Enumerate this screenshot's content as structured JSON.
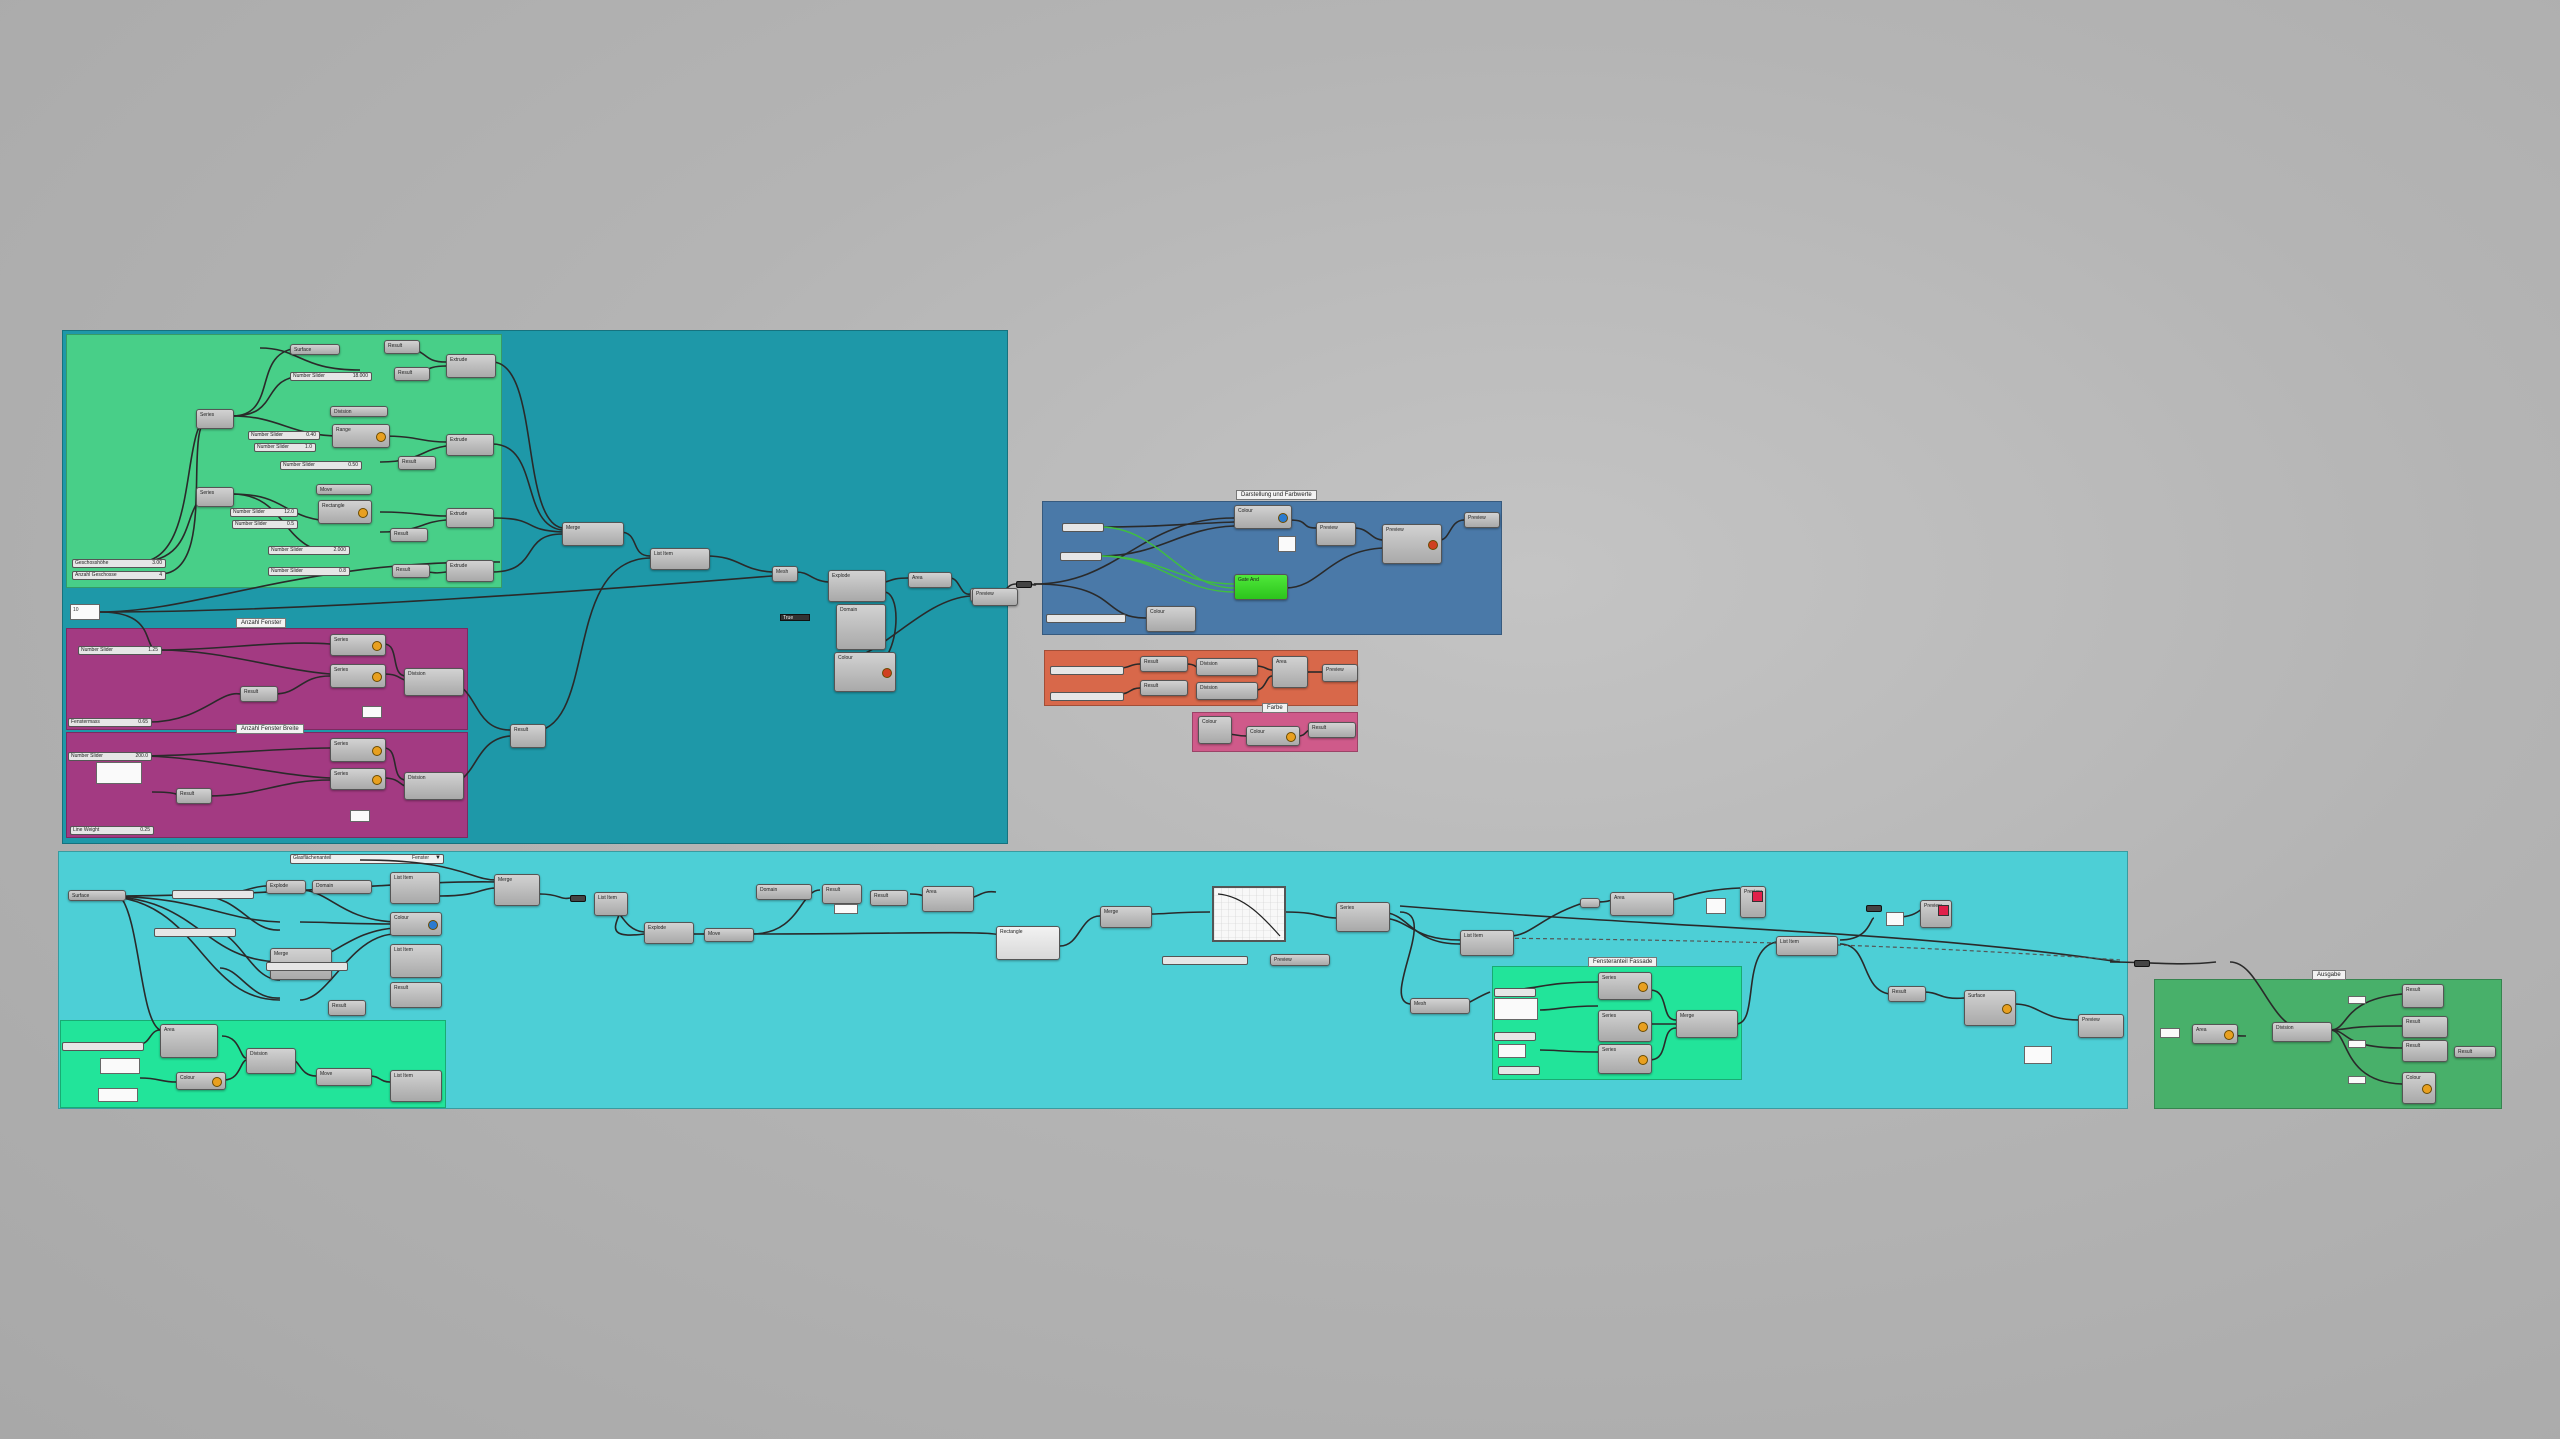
{
  "canvas": {
    "colors": {
      "teal": "#1e98a8",
      "green": "#48cf88",
      "magenta": "#a33a82",
      "blue": "#4a79a8",
      "orange": "#d8684a",
      "pink": "#cf5a8a",
      "cyan": "#4dcfd6",
      "mint": "#22e49a",
      "darkgreen": "#48b06a"
    },
    "group_titles": {
      "magenta_a": "Anzahl Fenster",
      "magenta_b": "Anzahl Fenster Breite",
      "blue": "Darstellung und Farbwerte",
      "pink": "Farbe",
      "cyan_dropdown": "Glasflächenanteil",
      "cyan_dropdown_value": "Fenster",
      "mint_right": "Fensteranteil Fassade",
      "darkgreen_right": "Ausgabe"
    },
    "components": {
      "result": "Result",
      "series": "Series",
      "division": "Division",
      "range": "Range",
      "domain": "Domain",
      "move": "Move",
      "extrude": "Extrude",
      "rectangle": "Rectangle",
      "list_item": "List Item",
      "merge": "Merge",
      "mesh": "Mesh",
      "preview": "Preview",
      "colour": "Colour",
      "area": "Area",
      "explode": "Explode",
      "surface": "Surface",
      "boolean_toggle": "Boolean Toggle",
      "graph_mapper": "Graph Mapper",
      "gate_and": "Gate And",
      "panel_value": "10",
      "bool_value": "True"
    },
    "sliders": [
      {
        "label": "Geschosshöhe",
        "value": "3.00"
      },
      {
        "label": "Anzahl Geschosse",
        "value": "4"
      },
      {
        "label": "Number Slider",
        "value": "18.000"
      },
      {
        "label": "Number Slider",
        "value": "0.40"
      },
      {
        "label": "Number Slider",
        "value": "1.0"
      },
      {
        "label": "Number Slider",
        "value": "0.50"
      },
      {
        "label": "Number Slider",
        "value": "12.0"
      },
      {
        "label": "Number Slider",
        "value": "0.5"
      },
      {
        "label": "Number Slider",
        "value": "2.000"
      },
      {
        "label": "Number Slider",
        "value": "0.8"
      },
      {
        "label": "Number Slider",
        "value": "1.25"
      },
      {
        "label": "Fenstermass",
        "value": "0.65"
      },
      {
        "label": "Number Slider",
        "value": "200.0"
      },
      {
        "label": "Line Weight",
        "value": "0.25"
      }
    ]
  }
}
